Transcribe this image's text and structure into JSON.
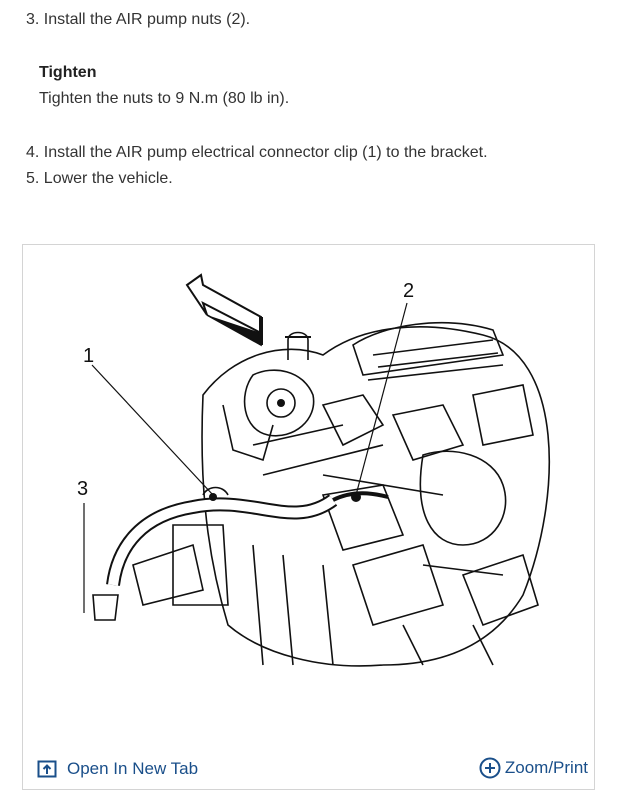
{
  "steps": {
    "step3": "3. Install the AIR pump nuts (2).",
    "tighten_title": "Tighten",
    "tighten_text": "Tighten the nuts to 9 N.m (80 lb in).",
    "step4": "4. Install the AIR pump electrical connector clip (1) to the bracket.",
    "step5": "5. Lower the vehicle."
  },
  "figure": {
    "callouts": [
      "1",
      "2",
      "3"
    ],
    "open_tab_label": "Open In New Tab",
    "zoom_label": "Zoom/Print",
    "open_tab_icon": "open-new-tab-icon",
    "zoom_icon": "plus-circle-icon",
    "link_color": "#1a4f8a"
  }
}
